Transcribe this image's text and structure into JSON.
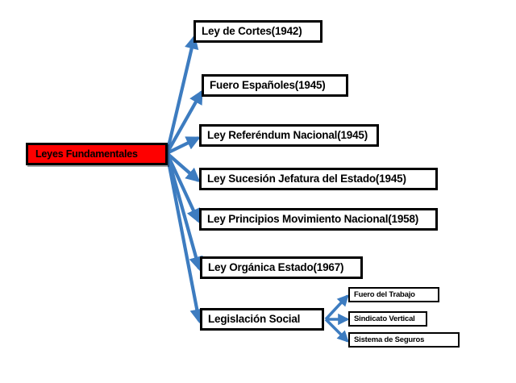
{
  "diagram": {
    "title": "Leyes Fundamentales",
    "root": {
      "label": "Leyes Fundamentales",
      "fill_color": "#FE0000",
      "border_color": "#000000",
      "text_color": "#000000"
    },
    "connector": {
      "color": "#3D7CC0",
      "style": "arrow"
    },
    "branches": [
      {
        "label": "Ley de Cortes(1942)"
      },
      {
        "label": "Fuero Españoles(1945)"
      },
      {
        "label": "Ley Referéndum Nacional(1945)"
      },
      {
        "label": "Ley Sucesión Jefatura del Estado(1945)"
      },
      {
        "label": "Ley Principios Movimiento  Nacional(1958)"
      },
      {
        "label": "Ley Orgánica Estado(1967)"
      },
      {
        "label": "Legislación Social"
      }
    ],
    "sub_branches": [
      {
        "label": "Fuero del Trabajo"
      },
      {
        "label": "Sindicato Vertical"
      },
      {
        "label": "Sistema de Seguros"
      }
    ]
  }
}
